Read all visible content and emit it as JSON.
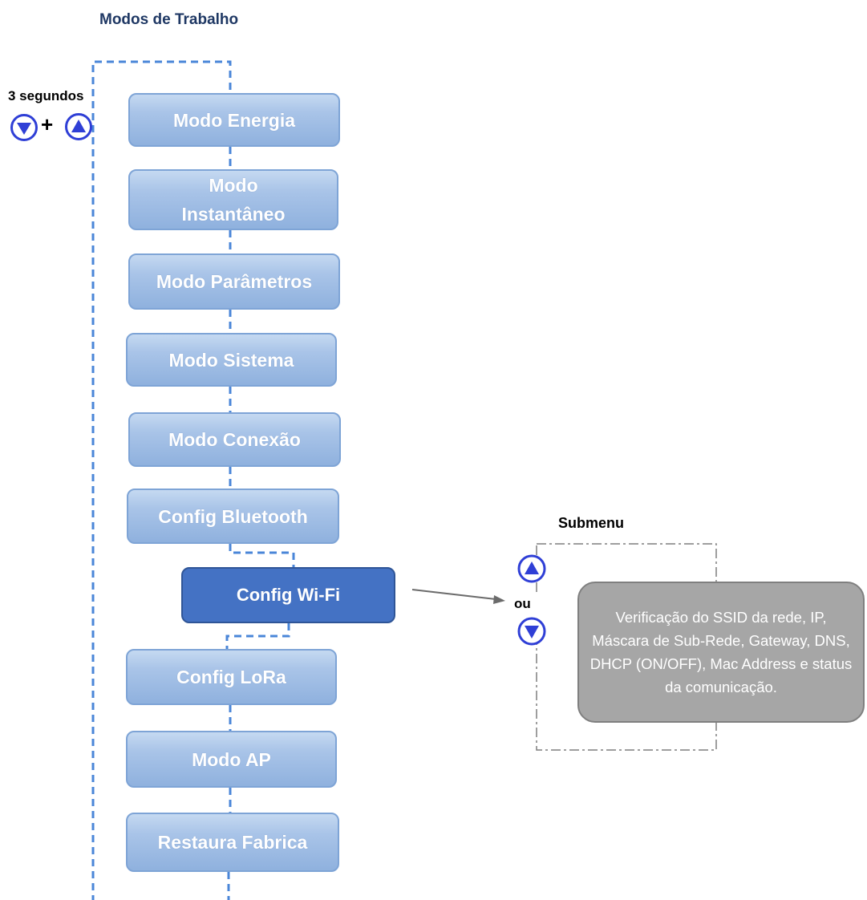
{
  "title": "Modos de Trabalho",
  "hold": {
    "label": "3 segundos",
    "plus": "+",
    "down_button_icon": "blue-circle-down-arrow-icon",
    "up_button_icon": "blue-circle-up-arrow-icon"
  },
  "modes": [
    {
      "label": "Modo Energia"
    },
    {
      "label": "Modo Instantâneo"
    },
    {
      "label": "Modo Parâmetros"
    },
    {
      "label": "Modo Sistema"
    },
    {
      "label": "Modo Conexão"
    },
    {
      "label": "Config Bluetooth"
    },
    {
      "label": "Config Wi-Fi",
      "active": true
    },
    {
      "label": "Config LoRa"
    },
    {
      "label": "Modo AP"
    },
    {
      "label": "Restaura Fabrica"
    }
  ],
  "submenu": {
    "label": "Submenu",
    "or_text": "ou",
    "description": "Verificação do SSID da rede, IP, Máscara de Sub-Rede, Gateway, DNS, DHCP (ON/OFF), Mac Address e status da comunicação."
  },
  "colors": {
    "mode_box": "#a9c4e8",
    "active_box": "#4472c4",
    "connector": "#4a86d8",
    "info_box": "#a6a6a6"
  }
}
